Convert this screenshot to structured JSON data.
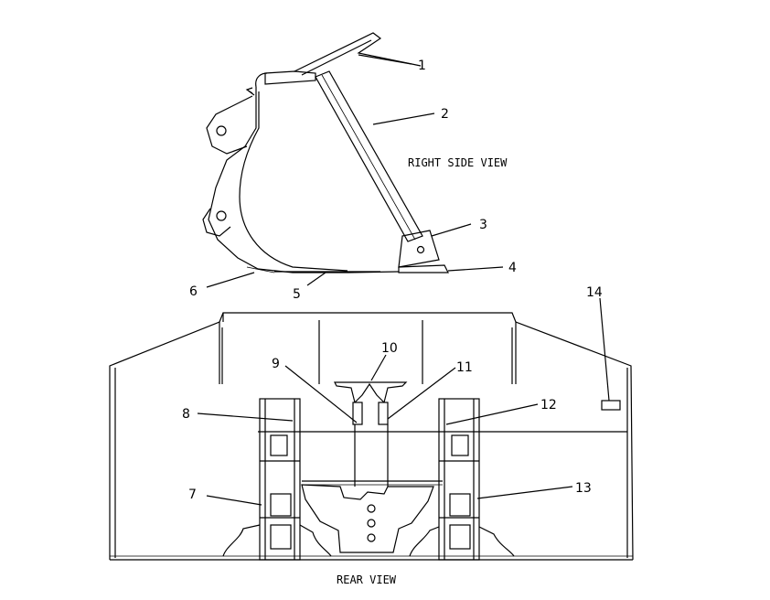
{
  "views": {
    "side": "RIGHT SIDE VIEW",
    "rear": "REAR VIEW"
  },
  "callouts": [
    "1",
    "2",
    "3",
    "4",
    "5",
    "6",
    "7",
    "8",
    "9",
    "10",
    "11",
    "12",
    "13",
    "14"
  ]
}
